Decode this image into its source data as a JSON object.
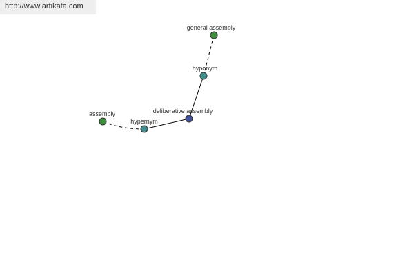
{
  "banner": {
    "url": "http://www.artikata.com"
  },
  "graph": {
    "colors": {
      "center": "#3f4f9a",
      "relation": "#3f8f8f",
      "leaf": "#3f8f3f",
      "node_stroke": "#333333",
      "edge": "#000000"
    },
    "nodes": {
      "center": {
        "label": "deliberative assembly"
      },
      "hyponym": {
        "label": "hyponym"
      },
      "general_assembly": {
        "label": "general assembly"
      },
      "hypernym": {
        "label": "hypernym"
      },
      "assembly": {
        "label": "assembly"
      }
    }
  }
}
